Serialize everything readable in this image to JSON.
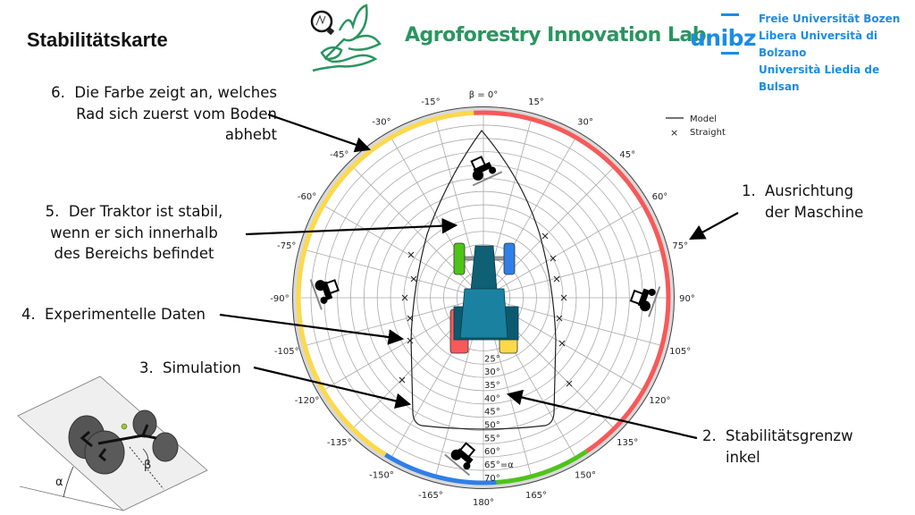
{
  "slide": {
    "title": "Stabilitätskarte",
    "lab_name": "Agroforestry Innovation Lab",
    "university": {
      "logo": "unibz",
      "names": [
        "Freie Universität Bozen",
        "Libera Università di Bolzano",
        "Università Liedia de Bulsan"
      ]
    }
  },
  "annotations": [
    {
      "num": "1.",
      "lines": [
        "Ausrichtung",
        "der Maschine"
      ]
    },
    {
      "num": "2.",
      "lines": [
        "Stabilitätsgrenzw",
        "inkel"
      ]
    },
    {
      "num": "3.",
      "lines": [
        "Simulation"
      ]
    },
    {
      "num": "4.",
      "lines": [
        "Experimentelle Daten"
      ]
    },
    {
      "num": "5.",
      "lines": [
        "Der Traktor ist stabil,",
        "wenn er sich innerhalb",
        "des Bereichs befindet"
      ]
    },
    {
      "num": "6.",
      "lines": [
        "Die Farbe zeigt an, welches",
        "Rad sich zuerst vom Boden",
        "abhebt"
      ]
    }
  ],
  "polar": {
    "angle_labels": [
      {
        "angle": 0,
        "text": "β = 0°"
      },
      {
        "angle": 15,
        "text": "15°"
      },
      {
        "angle": 30,
        "text": "30°"
      },
      {
        "angle": 45,
        "text": "45°"
      },
      {
        "angle": 60,
        "text": "60°"
      },
      {
        "angle": 75,
        "text": "75°"
      },
      {
        "angle": 90,
        "text": "90°"
      },
      {
        "angle": 105,
        "text": "105°"
      },
      {
        "angle": 120,
        "text": "120°"
      },
      {
        "angle": 135,
        "text": "135°"
      },
      {
        "angle": 150,
        "text": "150°"
      },
      {
        "angle": 165,
        "text": "165°"
      },
      {
        "angle": 180,
        "text": "180°"
      },
      {
        "angle": -165,
        "text": "-165°"
      },
      {
        "angle": -150,
        "text": "-150°"
      },
      {
        "angle": -135,
        "text": "-135°"
      },
      {
        "angle": -120,
        "text": "-120°"
      },
      {
        "angle": -105,
        "text": "-105°"
      },
      {
        "angle": -90,
        "text": "-90°"
      },
      {
        "angle": -75,
        "text": "-75°"
      },
      {
        "angle": -60,
        "text": "-60°"
      },
      {
        "angle": -45,
        "text": "-45°"
      },
      {
        "angle": -30,
        "text": "-30°"
      },
      {
        "angle": -15,
        "text": "-15°"
      }
    ],
    "radial_labels": [
      {
        "value": 25,
        "text": "25°"
      },
      {
        "value": 30,
        "text": "30°"
      },
      {
        "value": 35,
        "text": "35°"
      },
      {
        "value": 40,
        "text": "40°"
      },
      {
        "value": 45,
        "text": "45°"
      },
      {
        "value": 50,
        "text": "50°"
      },
      {
        "value": 55,
        "text": "55°"
      },
      {
        "value": 60,
        "text": "60°"
      },
      {
        "value": 65,
        "text": "65°=α"
      },
      {
        "value": 70,
        "text": "70°"
      }
    ],
    "legend": {
      "model": "Model",
      "straight": "Straight"
    },
    "wheel_colors": {
      "front_left": "#4fc31a",
      "front_right": "#2f7fe6",
      "rear_left": "#f7595a",
      "rear_right": "#fdd94a"
    },
    "lift_off_sectors": [
      {
        "from": -3,
        "to": 146,
        "color": "#f7595a"
      },
      {
        "from": 146,
        "to": 176,
        "color": "#4fc31a"
      },
      {
        "from": 176,
        "to": 212,
        "color": "#2f7fe6"
      },
      {
        "from": 212,
        "to": 357,
        "color": "#fdd94a"
      }
    ]
  },
  "figure": {
    "alpha_label": "α",
    "beta_label": "β"
  }
}
